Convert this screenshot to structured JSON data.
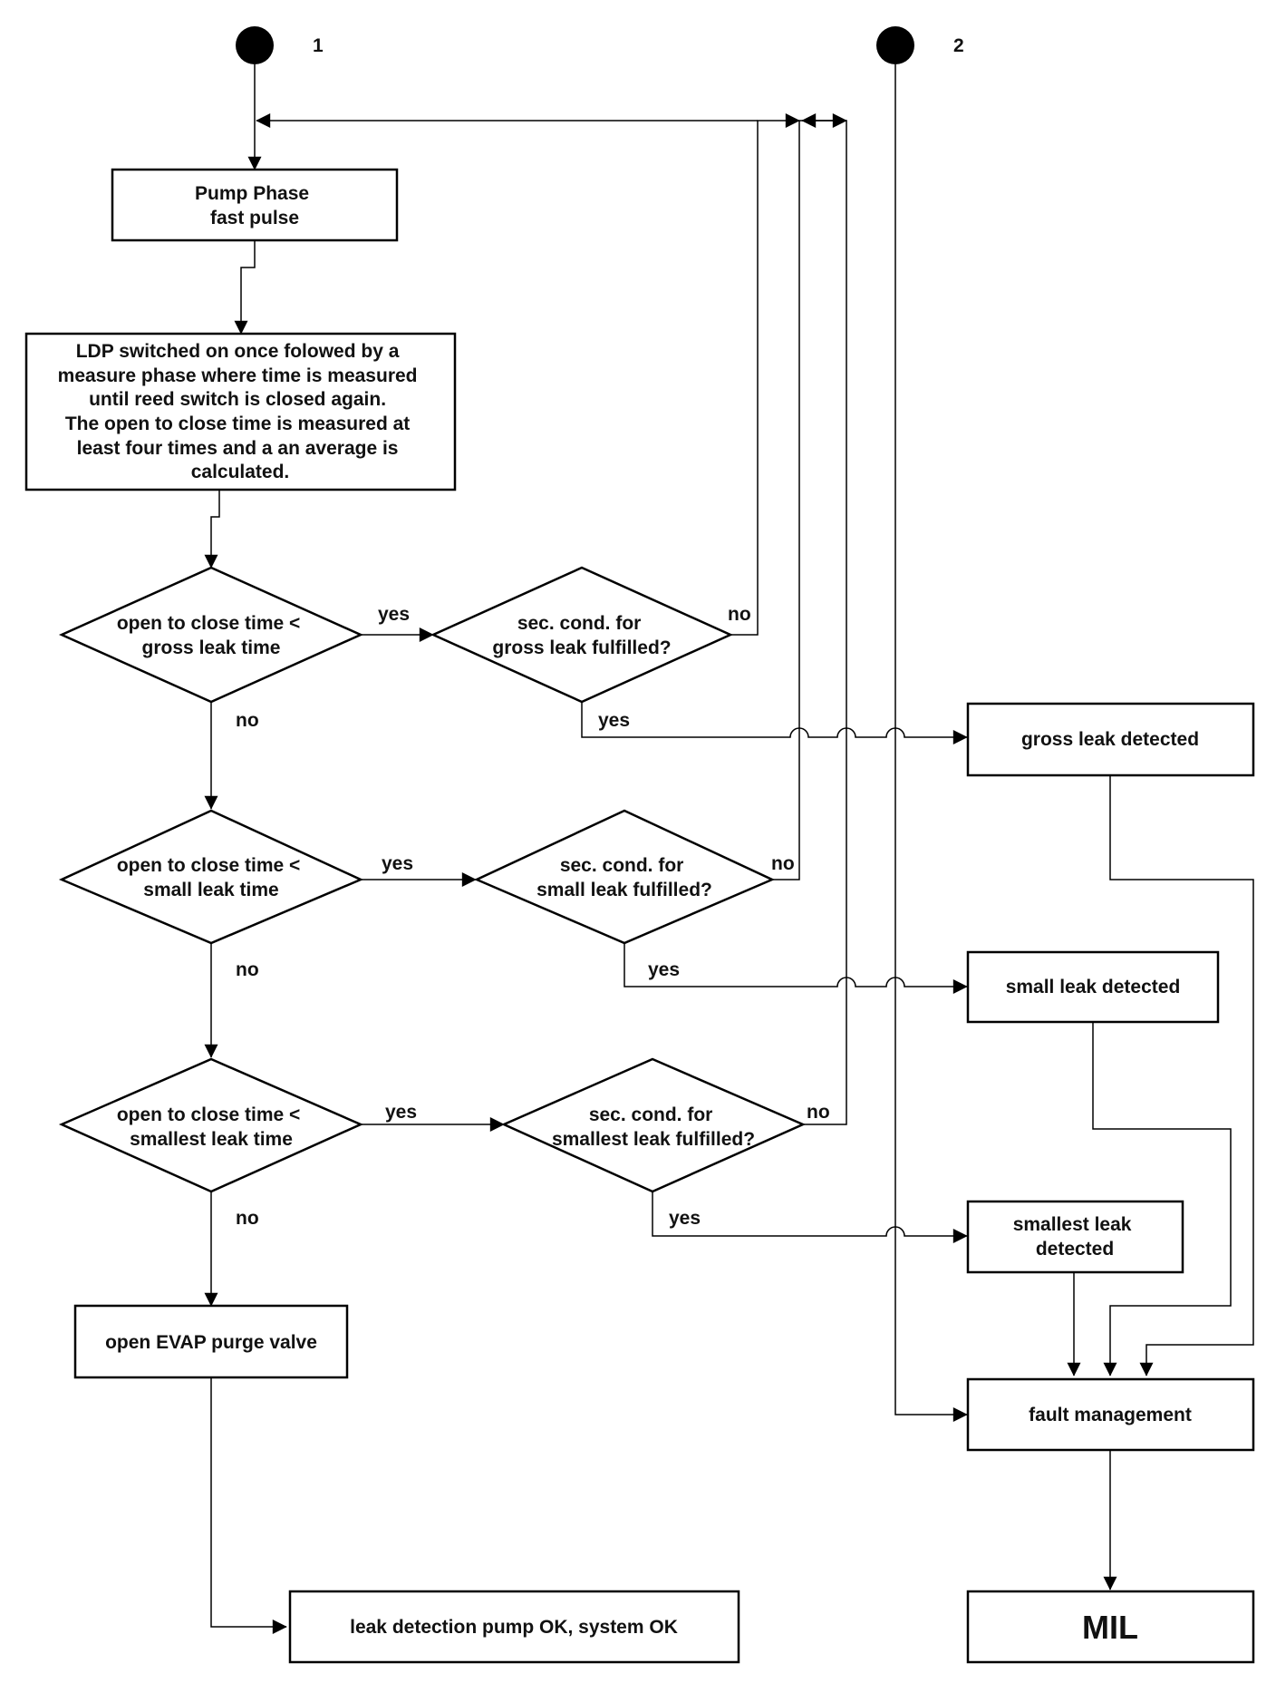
{
  "connectors": {
    "c1": "1",
    "c2": "2"
  },
  "boxes": {
    "pump_phase": [
      "Pump Phase",
      "fast pulse"
    ],
    "ldp_measure": [
      "LDP switched on once folowed by a",
      "measure phase where time is measured",
      "until reed switch is closed again.",
      "The open to close time is measured at",
      "least four times and a an average is",
      "calculated."
    ],
    "open_evap": [
      "open EVAP purge valve"
    ],
    "system_ok": [
      "leak detection pump OK, system OK"
    ],
    "gross_detected": [
      "gross leak detected"
    ],
    "small_detected": [
      "small leak detected"
    ],
    "smallest_detected": [
      "smallest leak",
      "detected"
    ],
    "fault_mgmt": [
      "fault management"
    ],
    "mil": [
      "MIL"
    ]
  },
  "decisions": {
    "d_gross": [
      "open to close time  <",
      "gross leak time"
    ],
    "d_small": [
      "open to close time  <",
      "small leak time"
    ],
    "d_smallest": [
      "open to close time  <",
      "smallest leak time"
    ],
    "s_gross": [
      "sec. cond. for",
      "gross leak fulfilled?"
    ],
    "s_small": [
      "sec. cond. for",
      "small leak fulfilled?"
    ],
    "s_smallest": [
      "sec. cond. for",
      "smallest leak fulfilled?"
    ]
  },
  "edge_labels": {
    "yes": "yes",
    "no": "no"
  }
}
